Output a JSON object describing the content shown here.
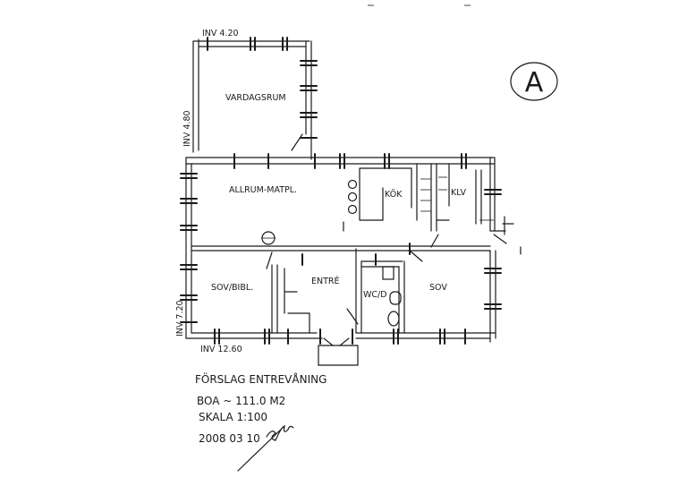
{
  "plan": {
    "marker": "A",
    "rooms": {
      "vardagsrum": "VARDAGSRUM",
      "allrum": "ALLRUM-MATPL.",
      "kok": "KÖK",
      "klv": "KLV",
      "sov_bibl": "SOV/BIBL.",
      "entre": "ENTRÉ",
      "wc_d": "WC/D",
      "sov": "SOV"
    },
    "dimensions": {
      "top": "INV 4.20",
      "left_upper": "INV 4.80",
      "left_lower": "INV 7.20",
      "bottom": "INV 12.60"
    },
    "title_block": {
      "line1": "FÖRSLAG ENTREVÅNING",
      "line2": "BOA ~ 111.0 M2",
      "line3": "SKALA 1:100",
      "line4": "2008 03 10"
    }
  }
}
